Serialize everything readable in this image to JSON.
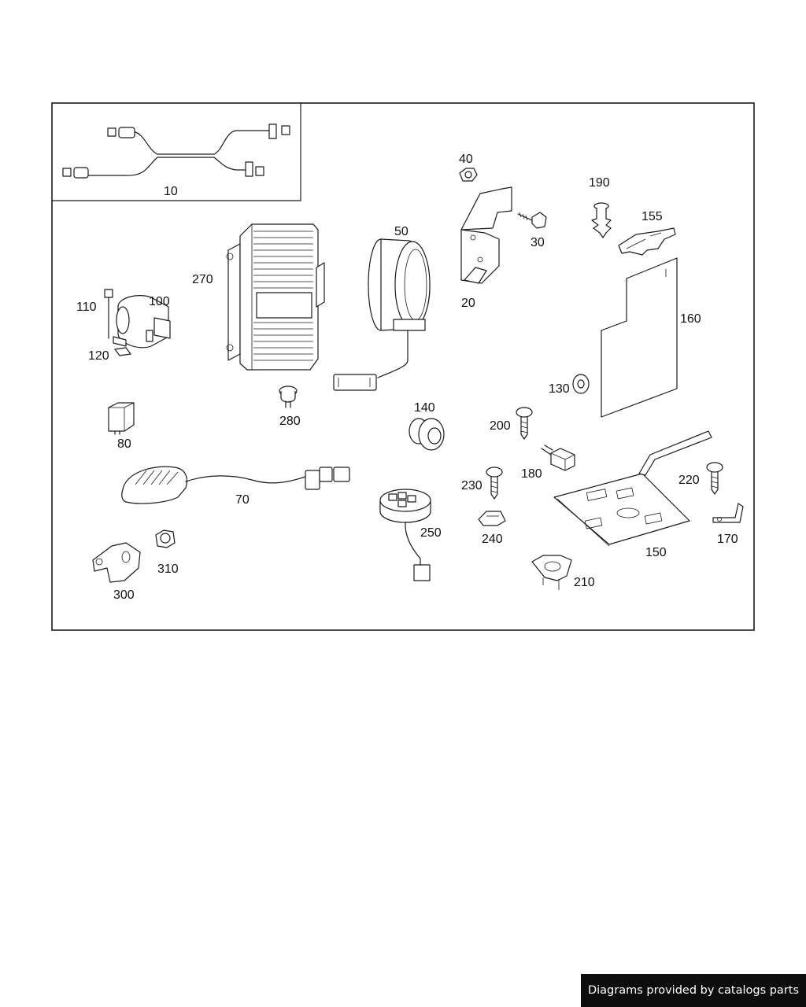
{
  "diagram": {
    "part_labels": [
      {
        "id": "p10",
        "text": "10"
      },
      {
        "id": "p20",
        "text": "20"
      },
      {
        "id": "p30",
        "text": "30"
      },
      {
        "id": "p40",
        "text": "40"
      },
      {
        "id": "p50",
        "text": "50"
      },
      {
        "id": "p70",
        "text": "70"
      },
      {
        "id": "p80",
        "text": "80"
      },
      {
        "id": "p100",
        "text": "100"
      },
      {
        "id": "p110",
        "text": "110"
      },
      {
        "id": "p120",
        "text": "120"
      },
      {
        "id": "p130",
        "text": "130"
      },
      {
        "id": "p140",
        "text": "140"
      },
      {
        "id": "p150",
        "text": "150"
      },
      {
        "id": "p155",
        "text": "155"
      },
      {
        "id": "p160",
        "text": "160"
      },
      {
        "id": "p170",
        "text": "170"
      },
      {
        "id": "p180",
        "text": "180"
      },
      {
        "id": "p190",
        "text": "190"
      },
      {
        "id": "p200",
        "text": "200"
      },
      {
        "id": "p210",
        "text": "210"
      },
      {
        "id": "p220",
        "text": "220"
      },
      {
        "id": "p230",
        "text": "230"
      },
      {
        "id": "p240",
        "text": "240"
      },
      {
        "id": "p250",
        "text": "250"
      },
      {
        "id": "p270",
        "text": "270"
      },
      {
        "id": "p280",
        "text": "280"
      },
      {
        "id": "p300",
        "text": "300"
      },
      {
        "id": "p310",
        "text": "310"
      }
    ]
  },
  "footer": {
    "credit": "Diagrams provided by catalogs parts"
  }
}
